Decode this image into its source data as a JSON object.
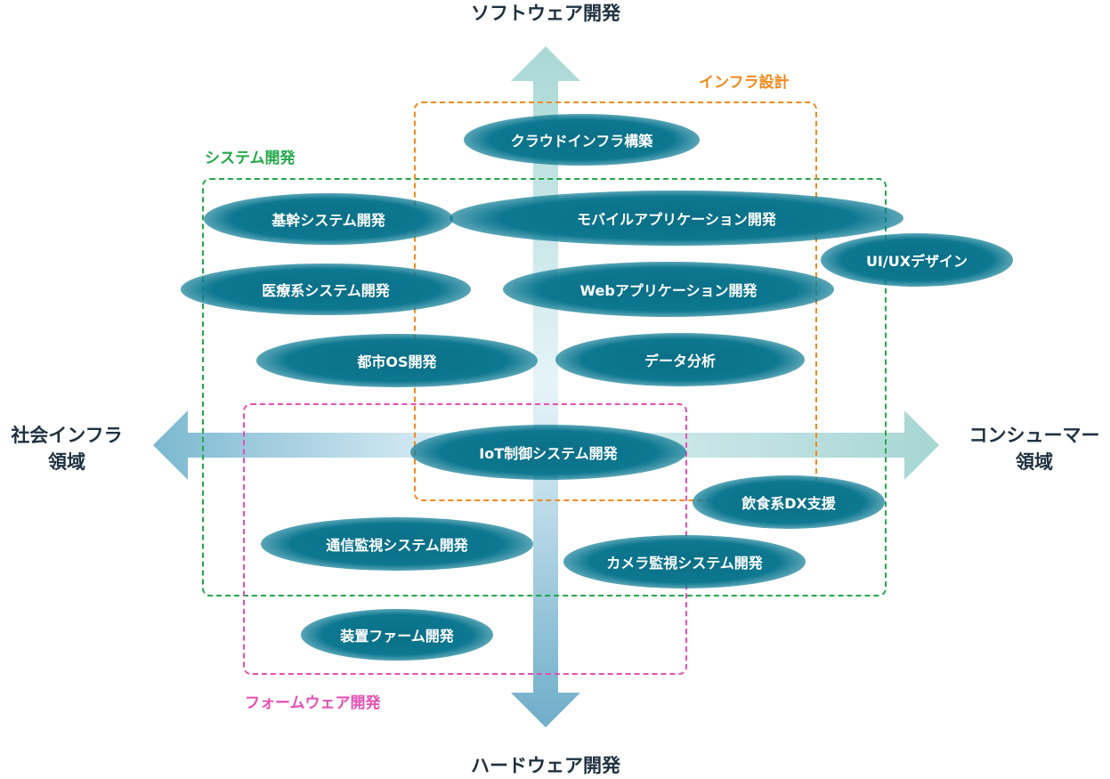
{
  "axes": {
    "top": "ソフトウェア開発",
    "bottom": "ハードウェア開発",
    "left": "社会インフラ\n領域",
    "right": "コンシューマー\n領域"
  },
  "groups": {
    "infra": {
      "label": "インフラ設計",
      "color": "#f08a1c"
    },
    "system": {
      "label": "システム開発",
      "color": "#23a84a"
    },
    "firmware": {
      "label": "フォームウェア開発",
      "color": "#e64fb4"
    }
  },
  "nodes": {
    "cloud_infra": "クラウドインフラ構築",
    "core_system": "基幹システム開発",
    "mobile_app": "モバイルアプリケーション開発",
    "ui_ux": "UI/UXデザイン",
    "medical_system": "医療系システム開発",
    "web_app": "Webアプリケーション開発",
    "city_os": "都市OS開発",
    "data_analysis": "データ分析",
    "iot_control": "IoT制御システム開発",
    "restaurant_dx": "飲食系DX支援",
    "comm_monitoring": "通信監視システム開発",
    "camera_monitoring": "カメラ監視システム開発",
    "device_firmware": "装置ファーム開発"
  }
}
